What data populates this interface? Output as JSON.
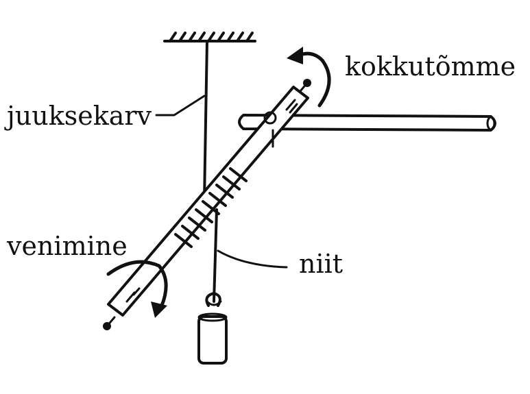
{
  "labels": {
    "hair": "juuksekarv",
    "torsion": "kokkutõmme",
    "stretch": "venimine",
    "thread": "niit"
  },
  "colors": {
    "ink": "#111111",
    "background": "#ffffff"
  },
  "icons": {
    "torsion_arrow": "curved-arrow-icon",
    "stretch_arrow": "curved-arrow-icon",
    "ceiling": "ceiling-hatch-icon",
    "weight": "weight-icon"
  }
}
